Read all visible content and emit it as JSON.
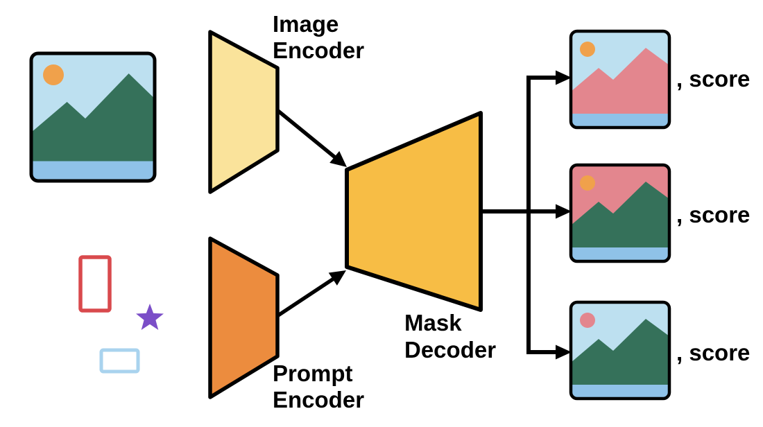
{
  "diagram": {
    "type": "model-architecture",
    "background": "#FFFFFF",
    "outline_color": "#000000",
    "nodes": {
      "image_encoder": {
        "label_line1": "Image",
        "label_line2": "Encoder",
        "fill": "#FAE39B"
      },
      "prompt_encoder": {
        "label_line1": "Prompt",
        "label_line2": "Encoder",
        "fill": "#EC8C3E"
      },
      "mask_decoder": {
        "label_line1": "Mask",
        "label_line2": "Decoder",
        "fill": "#F7BD45"
      }
    },
    "input_image": {
      "icon": "landscape-photo-icon",
      "colors": {
        "sky": "#BDE0F0",
        "sun": "#F0A14B",
        "mountain": "#35715A",
        "water": "#8FC2E8"
      }
    },
    "prompts": {
      "box_red": {
        "icon": "box-prompt-icon",
        "color": "#D94A4D"
      },
      "point_star": {
        "icon": "point-prompt-icon",
        "color": "#7B4EC8"
      },
      "box_blue": {
        "icon": "box-prompt-icon",
        "color": "#A9D3EE"
      }
    },
    "outputs": [
      {
        "label": ", score",
        "highlight": "mountains",
        "colors": {
          "sky": "#BDE0F0",
          "sun": "#F0A14B",
          "mountain": "#E3868E",
          "water": "#8FC2E8"
        }
      },
      {
        "label": ", score",
        "highlight": "sky",
        "colors": {
          "sky": "#E3868E",
          "sun": "#F0A14B",
          "mountain": "#35715A",
          "water": "#8FC2E8"
        }
      },
      {
        "label": ", score",
        "highlight": "sun",
        "colors": {
          "sky": "#BDE0F0",
          "sun": "#E3868E",
          "mountain": "#35715A",
          "water": "#8FC2E8"
        }
      }
    ]
  }
}
